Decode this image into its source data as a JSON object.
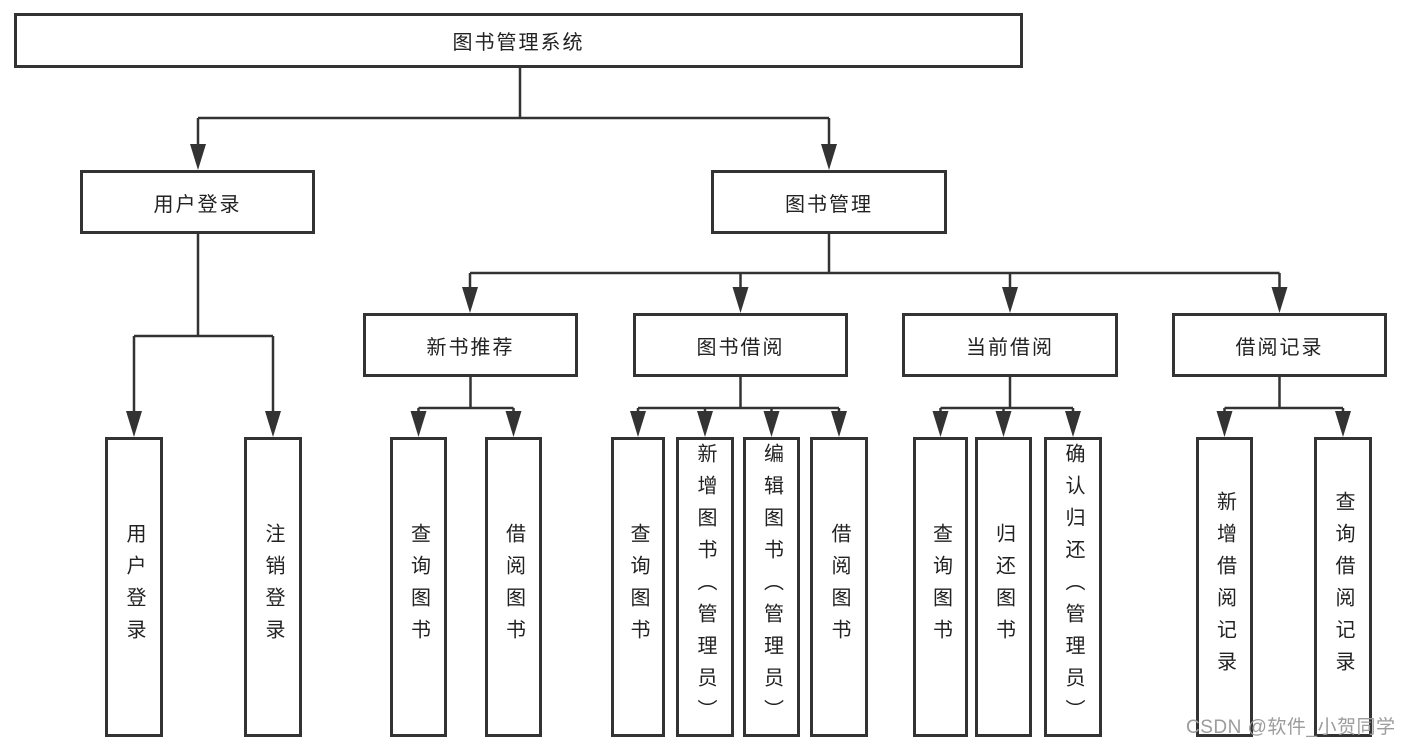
{
  "tree": {
    "label": "图书管理系统",
    "children": [
      {
        "label": "用户登录",
        "children": [
          {
            "label": "用户登录"
          },
          {
            "label": "注销登录"
          }
        ]
      },
      {
        "label": "图书管理",
        "children": [
          {
            "label": "新书推荐",
            "children": [
              {
                "label": "查询图书"
              },
              {
                "label": "借阅图书"
              }
            ]
          },
          {
            "label": "图书借阅",
            "children": [
              {
                "label": "查询图书"
              },
              {
                "label": "新增图书（管理员）"
              },
              {
                "label": "编辑图书（管理员）"
              },
              {
                "label": "借阅图书"
              }
            ]
          },
          {
            "label": "当前借阅",
            "children": [
              {
                "label": "查询图书"
              },
              {
                "label": "归还图书"
              },
              {
                "label": "确认归还（管理员）"
              }
            ]
          },
          {
            "label": "借阅记录",
            "children": [
              {
                "label": "新增借阅记录"
              },
              {
                "label": "查询借阅记录"
              }
            ]
          }
        ]
      }
    ]
  },
  "watermark": {
    "text": "CSDN @软件_小贺同学"
  },
  "colors": {
    "line": "#333333",
    "box_border": "#333333",
    "text": "#222222",
    "watermark": "#9c9c9c",
    "background": "#ffffff"
  }
}
